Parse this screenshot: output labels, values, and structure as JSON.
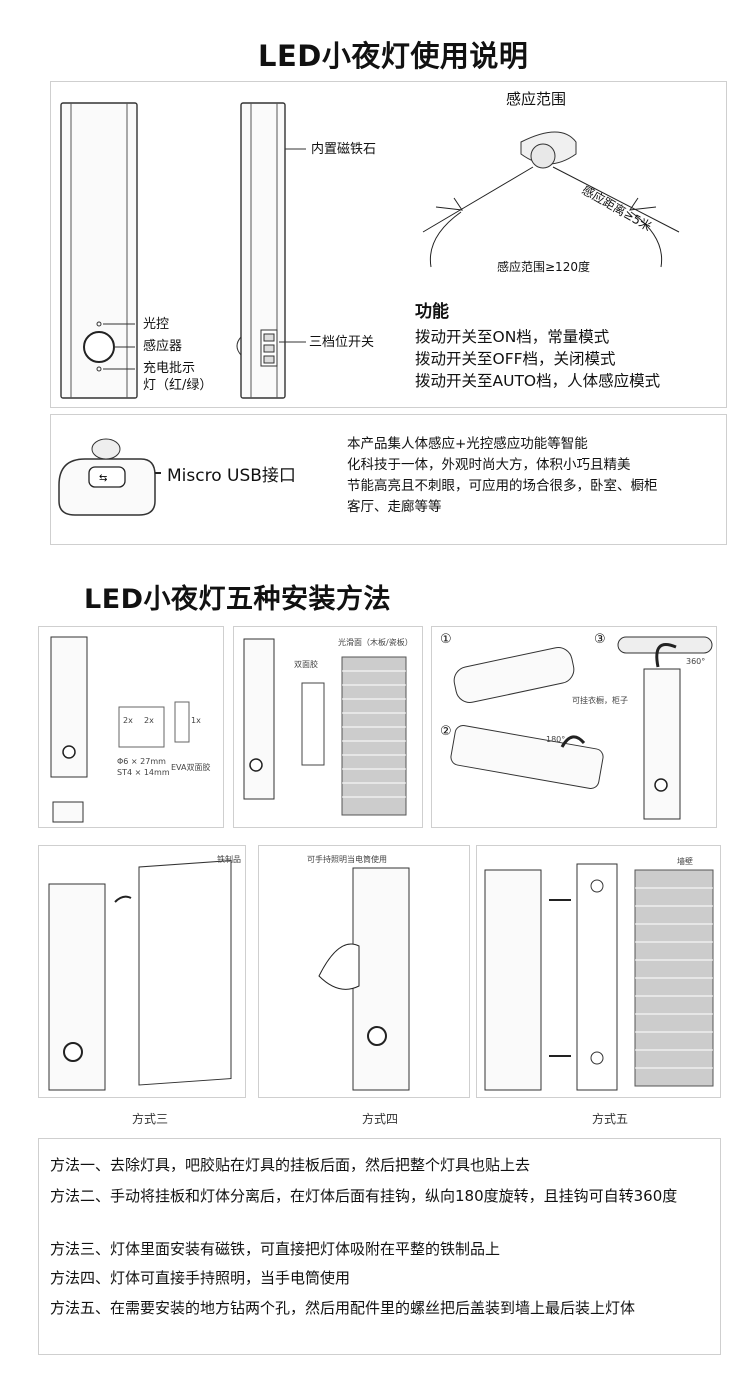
{
  "title_manual": "LED小夜灯使用说明",
  "product": {
    "labels": {
      "magnet": "内置磁铁石",
      "light_control": "光控",
      "sensor": "感应器",
      "charge_indicator": "充电批示",
      "indicator_color": "灯（红/绿）",
      "switch": "三档位开关"
    }
  },
  "range": {
    "title": "感应范围",
    "distance": "感应距离≥5米",
    "angle": "感应范围≥120度"
  },
  "function": {
    "title": "功能",
    "lines": [
      "拨动开关至ON档，常量模式",
      "拨动开关至OFF档，关闭模式",
      "拨动开关至AUTO档，人体感应模式"
    ]
  },
  "usb": {
    "label": "Miscro USB接口",
    "description": [
      "本产品集人体感应+光控感应功能等智能",
      "化科技于一体，外观时尚大方，体积小巧且精美",
      "节能高亮且不刺眼，可应用的场合很多，卧室、橱柜",
      "客厅、走廊等等"
    ]
  },
  "title_install": "LED小夜灯五种安装方法",
  "install": {
    "p1": {
      "screw_spec_1": "Φ6 × 27mm",
      "screw_spec_2": "ST4 × 14mm",
      "eva": "EVA双面胶",
      "qty_a": "2x",
      "qty_b": "2x",
      "qty_c": "1x"
    },
    "p2": {
      "surface": "光滑面（木板/瓷板）",
      "tape": "双面胶"
    },
    "p3": {
      "step1": "①",
      "step2": "②",
      "step3": "③",
      "deg180": "180°",
      "deg360": "360°",
      "hang": "可挂衣橱，柜子"
    },
    "p4": {
      "iron": "铁制品",
      "caption": "方式三"
    },
    "p5": {
      "note": "可手持照明当电筒使用",
      "caption": "方式四"
    },
    "p6": {
      "wall": "墙壁",
      "caption": "方式五"
    }
  },
  "methods": [
    "方法一、去除灯具，吧胶贴在灯具的挂板后面，然后把整个灯具也贴上去",
    "方法二、手动将挂板和灯体分离后，在灯体后面有挂钩，纵向180度旋转，且挂钩可自转360度",
    "方法三、灯体里面安装有磁铁，可直接把灯体吸附在平整的铁制品上",
    "方法四、灯体可直接手持照明，当手电筒使用",
    "方法五、在需要安装的地方钻两个孔，然后用配件里的螺丝把后盖装到墙上最后装上灯体"
  ]
}
